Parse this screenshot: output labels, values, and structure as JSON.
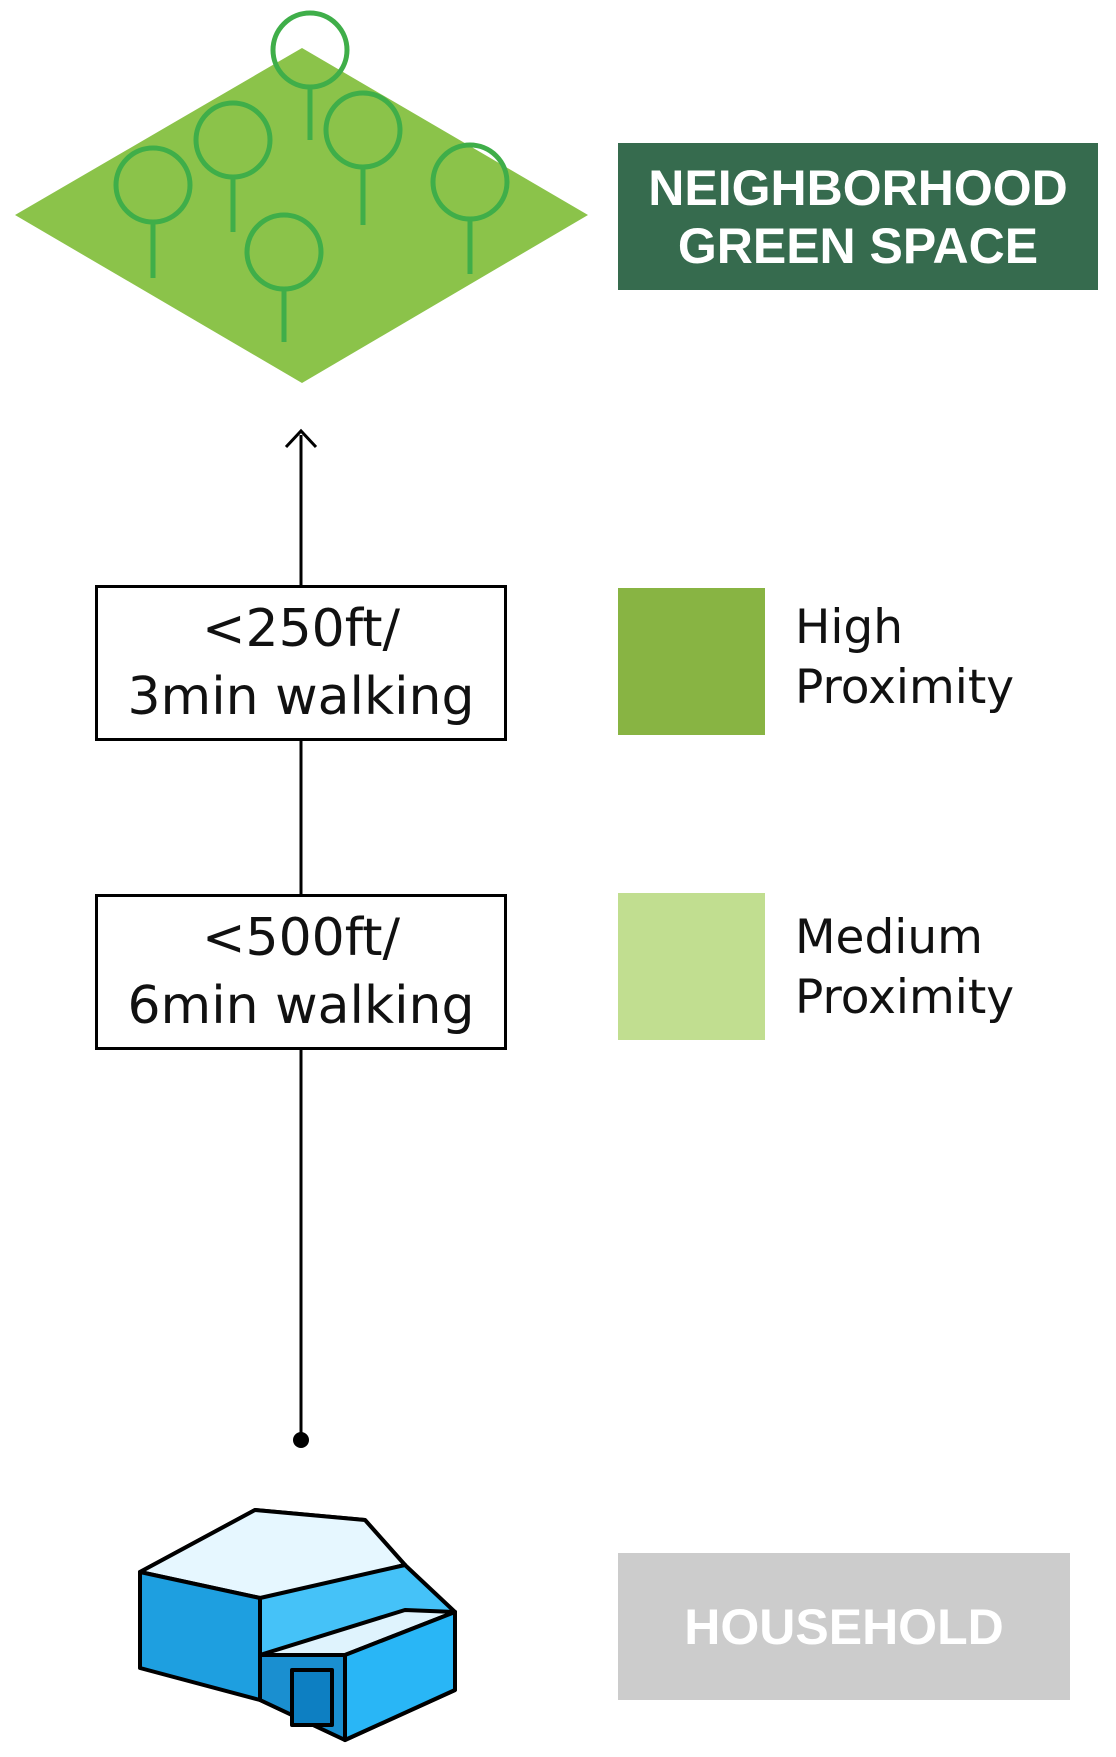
{
  "header": {
    "destination_label_line1": "NEIGHBORHOOD",
    "destination_label_line2": "GREEN SPACE"
  },
  "distances": [
    {
      "line1": "<250ft/",
      "line2": "3min walking"
    },
    {
      "line1": "<500ft/",
      "line2": "6min walking"
    }
  ],
  "legend": [
    {
      "line1": "High",
      "line2": "Proximity",
      "color": "#88b443"
    },
    {
      "line1": "Medium",
      "line2": "Proximity",
      "color": "#c1de90"
    }
  ],
  "origin": {
    "label": "HOUSEHOLD"
  },
  "colors": {
    "green_space_fill": "#8bc34a",
    "tree_stroke": "#3fae49",
    "banner_dark_green": "#366b4e",
    "household_banner": "#cccccc",
    "house_blue": "#29b6f6"
  },
  "icons": [
    "green-space-icon",
    "tree-icon",
    "arrow-up-icon",
    "house-icon"
  ]
}
